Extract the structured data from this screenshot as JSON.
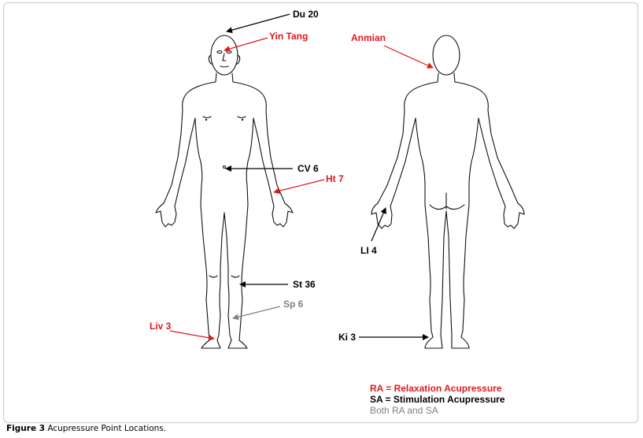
{
  "colors": {
    "relaxation": "#e0191b",
    "stimulation": "#000000",
    "both": "#808080",
    "frame_border": "#c8c8c8"
  },
  "points": {
    "du20": "Du 20",
    "yin_tang": "Yin Tang",
    "cv6": "CV 6",
    "ht7": "Ht 7",
    "st36": "St 36",
    "sp6": "Sp 6",
    "liv3": "Liv 3",
    "anmian": "Anmian",
    "li4": "LI 4",
    "ki3": "Ki 3"
  },
  "legend": {
    "ra": "RA = Relaxation Acupressure",
    "sa": "SA = Stimulation Acupressure",
    "both": "Both RA and SA"
  },
  "caption": {
    "figure_label": "Figure 3",
    "title": "Acupressure Point Locations."
  }
}
